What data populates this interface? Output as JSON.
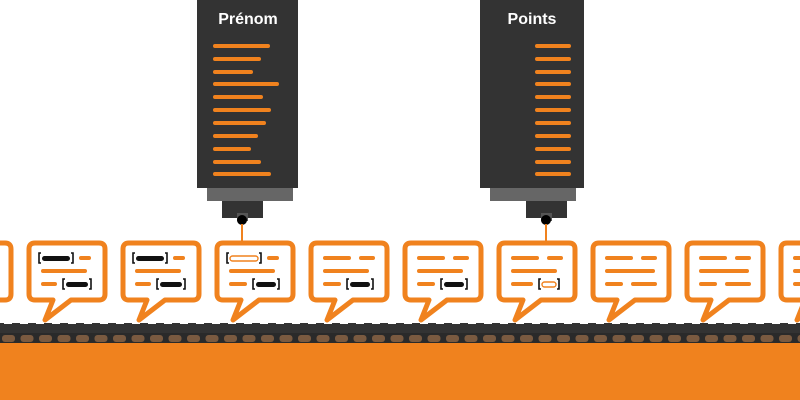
{
  "machines": [
    {
      "title": "Prénom",
      "column_type": "names"
    },
    {
      "title": "Points",
      "column_type": "numbers"
    }
  ],
  "bubbles": [
    {
      "variant": "partial-left"
    },
    {
      "variant": "filled",
      "top_tag": "bracket",
      "bottom_tag": "bracket"
    },
    {
      "variant": "filled",
      "top_tag": "bracket",
      "bottom_tag": "bracket"
    },
    {
      "variant": "being-filled",
      "top_tag": "slot",
      "bottom_tag": "bracket"
    },
    {
      "variant": "half",
      "bottom_tag": "bracket"
    },
    {
      "variant": "half",
      "bottom_tag": "bracket"
    },
    {
      "variant": "being-filled",
      "bottom_tag": "slot"
    },
    {
      "variant": "empty"
    },
    {
      "variant": "empty"
    },
    {
      "variant": "partial-right"
    }
  ],
  "colors": {
    "accent": "#f0821e",
    "dark": "#333333",
    "conveyor": "#7a5a40",
    "ground": "#f0821e",
    "background": "#ffffff"
  }
}
